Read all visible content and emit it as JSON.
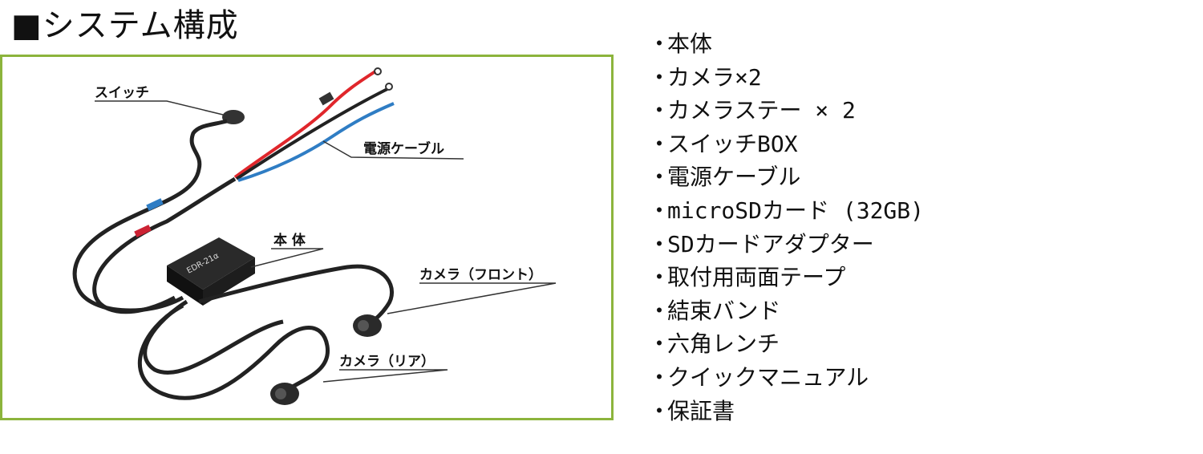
{
  "heading": {
    "square": "■",
    "text": "システム構成"
  },
  "diagram": {
    "labels": {
      "switch": "スイッチ",
      "power_cable": "電源ケーブル",
      "main_unit": "本 体",
      "camera_front": "カメラ（フロント）",
      "camera_rear": "カメラ（リア）"
    },
    "device_marking": "EDR-21α",
    "colors": {
      "frame": "#8cb43c",
      "red_wire": "#e0262b",
      "blue_wire": "#2f7dc4",
      "cable": "#222222"
    }
  },
  "parts_list": {
    "bullet": "・",
    "items": [
      "本体",
      "カメラ×2",
      "カメラステー × 2",
      "スイッチBOX",
      "電源ケーブル",
      "microSDカード (32GB)",
      "SDカードアダプター",
      "取付用両面テープ",
      "結束バンド",
      "六角レンチ",
      "クイックマニュアル",
      "保証書"
    ]
  }
}
